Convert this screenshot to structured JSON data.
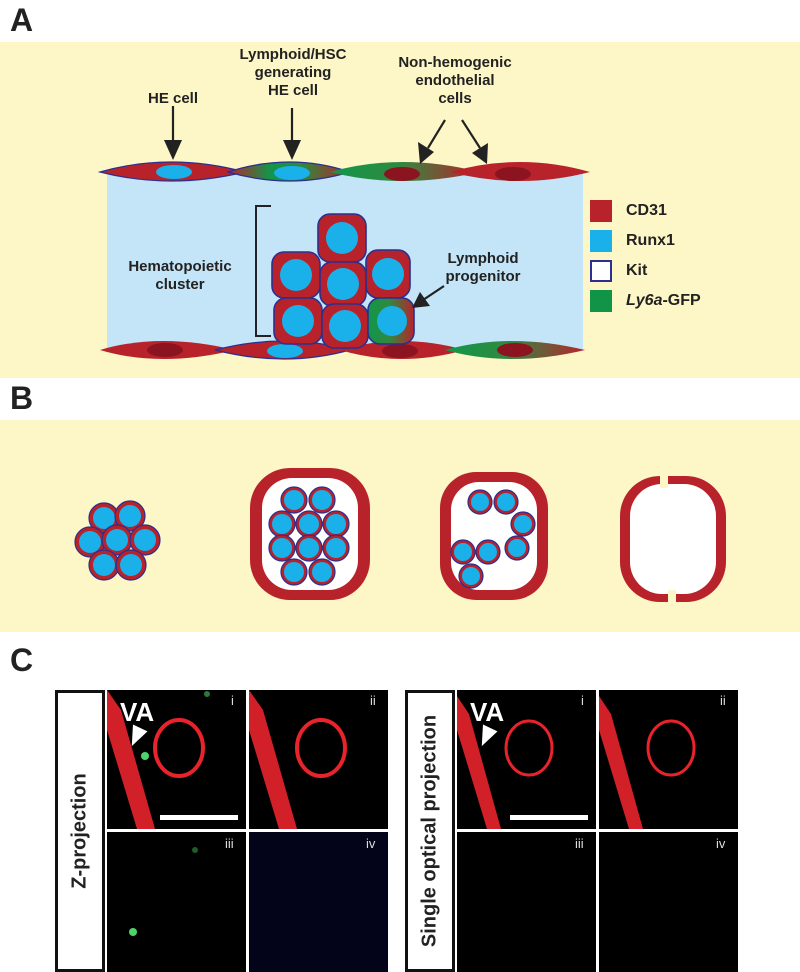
{
  "panels": {
    "a": "A",
    "b": "B",
    "c": "C"
  },
  "panel_a": {
    "labels": {
      "he_cell": "HE cell",
      "lymphoid_hsc": "Lymphoid/HSC\ngenerating\nHE cell",
      "non_hemogenic": "Non-hemogenic\nendothelial\ncells",
      "hematopoietic_cluster": "Hematopoietic\ncluster",
      "lymphoid_progenitor": "Lymphoid\nprogenitor"
    },
    "legend": [
      {
        "label": "CD31",
        "color": "#b8232b"
      },
      {
        "label": "Runx1",
        "color": "#1ab0ea"
      },
      {
        "label": "Kit",
        "color": "#2b2f8f"
      },
      {
        "label_italic": "Ly6a",
        "label": "-GFP",
        "color": "#119447"
      }
    ]
  },
  "panel_c": {
    "left_title": "Z-projection",
    "right_title": "Single optical projection",
    "va_label": "VA",
    "quadrants": [
      "i",
      "ii",
      "iii",
      "iv"
    ]
  }
}
